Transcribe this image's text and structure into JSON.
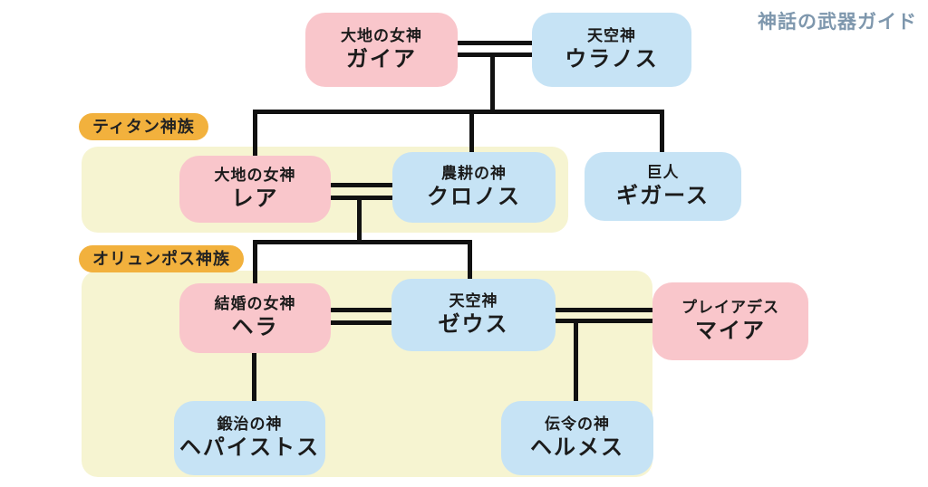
{
  "title": "神話の武器ガイド",
  "colors": {
    "female_box": "#f9c6cb",
    "male_box": "#c6e3f5",
    "group_region": "#f6f4d1",
    "group_badge": "#f2b13d",
    "title_text": "#7e97ad",
    "line": "#111111"
  },
  "groups": [
    {
      "label": "ティタン神族"
    },
    {
      "label": "オリュンポス神族"
    }
  ],
  "nodes": [
    {
      "role": "大地の女神",
      "name": "ガイア"
    },
    {
      "role": "天空神",
      "name": "ウラノス"
    },
    {
      "role": "大地の女神",
      "name": "レア"
    },
    {
      "role": "農耕の神",
      "name": "クロノス"
    },
    {
      "role": "巨人",
      "name": "ギガース"
    },
    {
      "role": "結婚の女神",
      "name": "ヘラ"
    },
    {
      "role": "天空神",
      "name": "ゼウス"
    },
    {
      "role": "プレイアデス",
      "name": "マイア"
    },
    {
      "role": "鍛治の神",
      "name": "ヘパイストス"
    },
    {
      "role": "伝令の神",
      "name": "ヘルメス"
    }
  ],
  "relations": [
    {
      "type": "marriage",
      "between": [
        "ガイア",
        "ウラノス"
      ]
    },
    {
      "type": "children",
      "parents": [
        "ガイア",
        "ウラノス"
      ],
      "children": [
        "レア",
        "クロノス",
        "ギガース"
      ]
    },
    {
      "type": "marriage",
      "between": [
        "レア",
        "クロノス"
      ]
    },
    {
      "type": "children",
      "parents": [
        "レア",
        "クロノス"
      ],
      "children": [
        "ヘラ",
        "ゼウス"
      ]
    },
    {
      "type": "marriage",
      "between": [
        "ヘラ",
        "ゼウス"
      ]
    },
    {
      "type": "marriage",
      "between": [
        "ゼウス",
        "マイア"
      ]
    },
    {
      "type": "children",
      "parents": [
        "ヘラ",
        "ゼウス"
      ],
      "children": [
        "ヘパイストス"
      ]
    },
    {
      "type": "children",
      "parents": [
        "ゼウス",
        "マイア"
      ],
      "children": [
        "ヘルメス"
      ]
    }
  ]
}
